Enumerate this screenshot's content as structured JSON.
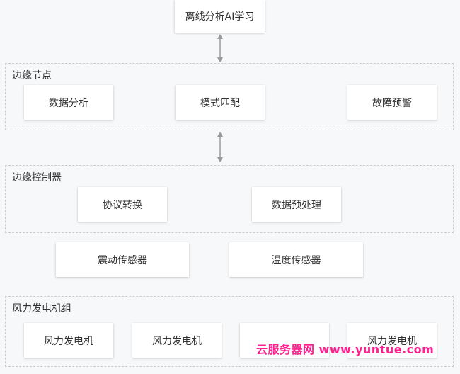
{
  "top": {
    "label": "离线分析AI学习"
  },
  "edge_node": {
    "title": "边缘节点",
    "items": [
      "数据分析",
      "模式匹配",
      "故障预警"
    ]
  },
  "edge_controller": {
    "title": "边缘控制器",
    "items": [
      "协议转换",
      "数据预处理"
    ]
  },
  "sensors": [
    "震动传感器",
    "温度传感器"
  ],
  "turbine_group": {
    "title": "风力发电机组",
    "items": [
      "风力发电机",
      "风力发电机",
      "",
      "风力发电机"
    ]
  },
  "watermark": "云服务器网 www.yuntue.com"
}
